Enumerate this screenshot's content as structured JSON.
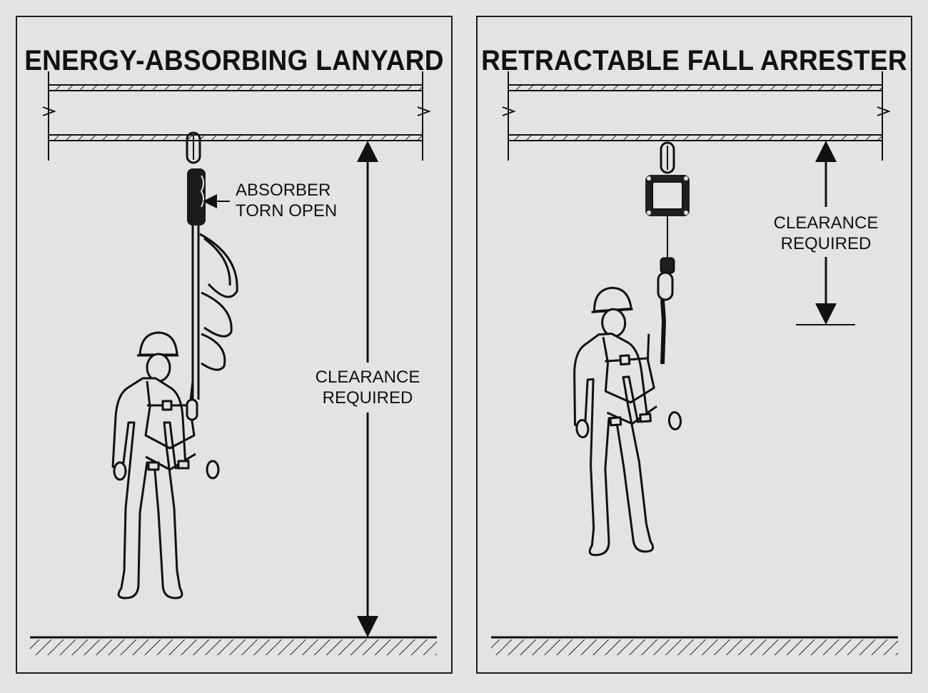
{
  "panels": [
    {
      "title": "ENERGY-ABSORBING LANYARD",
      "callout": [
        "ABSORBER",
        "TORN OPEN"
      ],
      "dimension": [
        "CLEARANCE",
        "REQUIRED"
      ]
    },
    {
      "title": "RETRACTABLE FALL ARRESTER",
      "dimension": [
        "CLEARANCE",
        "REQUIRED"
      ]
    }
  ],
  "colors": {
    "background": "#e4e4e4",
    "ink": "#111111"
  },
  "icons": [
    "hard-hat-worker-icon",
    "carabiner-icon",
    "retractable-block-icon",
    "energy-absorber-icon"
  ]
}
